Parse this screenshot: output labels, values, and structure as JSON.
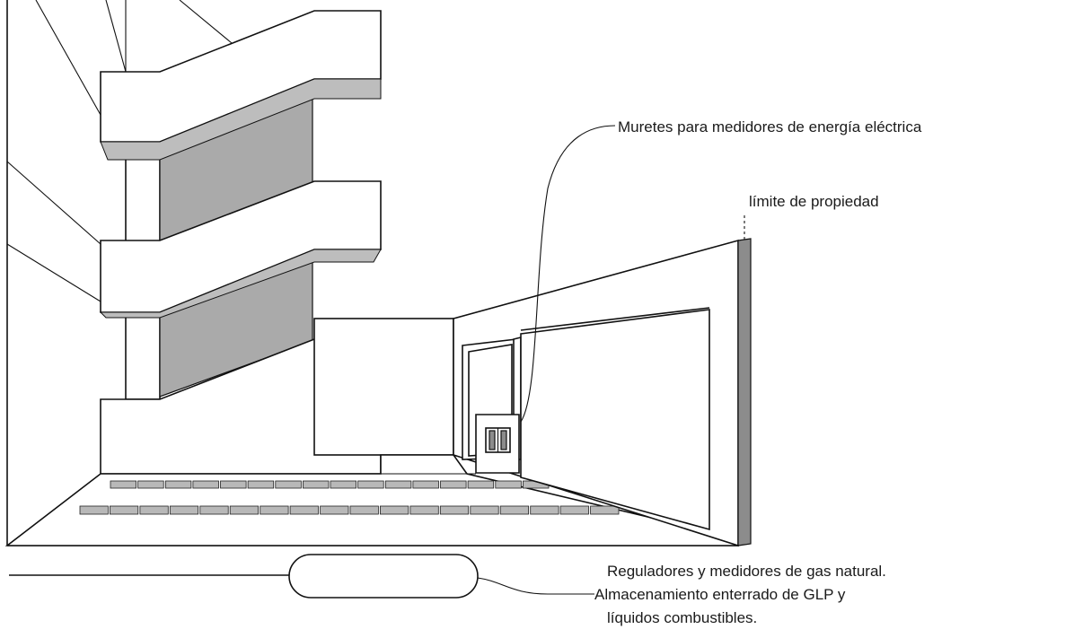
{
  "labels": {
    "meters_electric": "Muretes para medidores de energía eléctrica",
    "property_limit": "límite de propiedad",
    "gas_line1": "Reguladores y medidores de gas natural.",
    "gas_line2": "Almacenamiento enterrado de GLP y",
    "gas_line3": "líquidos combustibles."
  }
}
